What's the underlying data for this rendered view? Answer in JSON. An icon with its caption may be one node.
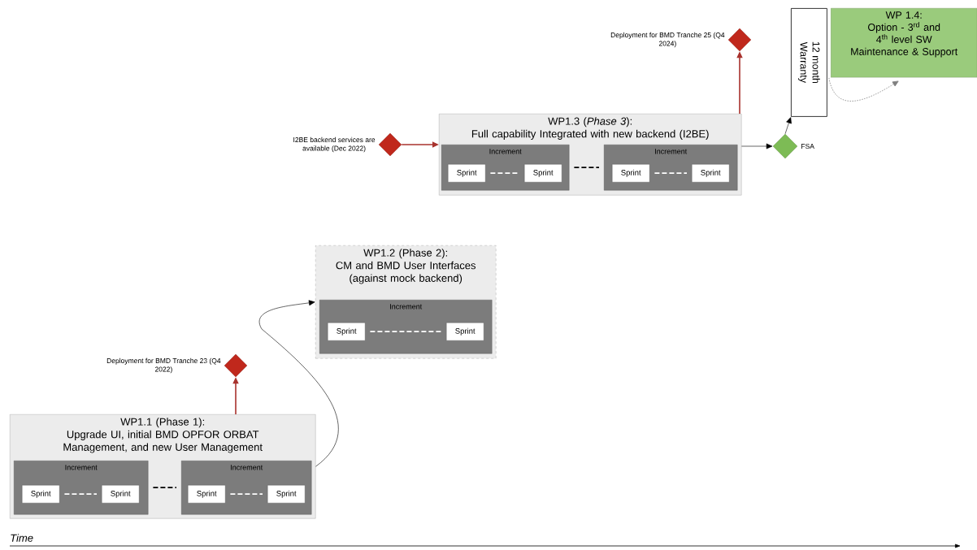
{
  "diagram": {
    "nodes": [
      {
        "text": [
          "WP1.3 (*Phase 3*):",
          "Full capability Integrated with new backend (I2BE)"
        ]
      },
      {
        "text": [
          "Increment"
        ],
        "in": 0
      },
      {
        "text": [
          "Sprint"
        ],
        "in": 1
      },
      {
        "text": [
          "Sprint"
        ],
        "in": 1
      },
      {
        "text": [
          "Increment"
        ],
        "in": 0
      },
      {
        "text": [
          "Sprint"
        ],
        "in": 4
      },
      {
        "text": [
          "Sprint"
        ],
        "in": 4
      },
      {
        "text": [],
        "shape": "diamond",
        "beside": [
          "Deployment for BMD Tranche 25 (Q4 2024)"
        ]
      },
      {
        "text": [],
        "shape": "diamond",
        "beside": [
          "I2BE backend services are available (Dec 2022)"
        ]
      },
      {
        "text": [],
        "shape": "diamond",
        "beside": [
          "FSA"
        ]
      },
      {
        "text": [
          "12 month Warranty"
        ]
      },
      {
        "text": [
          "WP 1.4:",
          "Option - 3$^{rd}$ and 4$^{th}$ level SW Maintenance & Support"
        ]
      },
      {
        "text": [
          "WP1.2 (Phase 2):",
          "CM and BMD User Interfaces (against mock backend)"
        ]
      },
      {
        "text": [
          "Increment"
        ],
        "in": 12
      },
      {
        "text": [
          "Sprint"
        ],
        "in": 13
      },
      {
        "text": [
          "Sprint"
        ],
        "in": 13
      },
      {
        "text": [],
        "shape": "diamond",
        "beside": [
          "Deployment for BMD Tranche 23 (Q4 2022)"
        ]
      },
      {
        "text": [
          "WP1.1 (Phase 1):",
          "Upgrade UI, initial BMD OPFOR ORBAT Management, and new User Management"
        ]
      },
      {
        "text": [
          "Increment"
        ],
        "in": 17
      },
      {
        "text": [
          "Sprint"
        ],
        "in": 18
      },
      {
        "text": [
          "Sprint"
        ],
        "in": 18
      },
      {
        "text": [
          "Increment"
        ],
        "in": 17
      },
      {
        "text": [
          "Sprint"
        ],
        "in": 21
      },
      {
        "text": [
          "Sprint"
        ],
        "in": 21
      }
    ],
    "edges": [
      {
        "from": 8,
        "to": 0,
        "arrow": "to",
        "color": "#a8322d"
      },
      {
        "from": 0,
        "to": 7,
        "arrow": "to",
        "color": "#a8322d"
      },
      {
        "from": 0,
        "to": 9,
        "arrow": "to",
        "color": "#000000"
      },
      {
        "from": 9,
        "to": 10,
        "arrow": "to",
        "color": "#000000"
      },
      {
        "from": 10,
        "to": 11,
        "arrow": "to",
        "style": "dashed",
        "color": "#7f7f7f"
      },
      {
        "from": 17,
        "to": 12,
        "arrow": "to",
        "color": "#000000"
      },
      {
        "from": 17,
        "to": 16,
        "arrow": "to",
        "color": "#a8322d"
      },
      {
        "from": 2,
        "to": 3,
        "arrow": "none",
        "style": "dashed",
        "color": "#ffffff"
      },
      {
        "from": 1,
        "to": 4,
        "arrow": "none",
        "style": "dashed",
        "color": "#000000"
      },
      {
        "from": 5,
        "to": 6,
        "arrow": "none",
        "style": "dashed",
        "color": "#ffffff"
      },
      {
        "from": 14,
        "to": 15,
        "arrow": "none",
        "style": "dashed",
        "color": "#ffffff"
      },
      {
        "from": 19,
        "to": 20,
        "arrow": "none",
        "style": "dashed",
        "color": "#ffffff"
      },
      {
        "from": 18,
        "to": 21,
        "arrow": "none",
        "style": "dashed",
        "color": "#000000"
      },
      {
        "from": 22,
        "to": 23,
        "arrow": "none",
        "style": "dashed",
        "color": "#ffffff"
      }
    ],
    "labels": [
      "Time"
    ]
  }
}
